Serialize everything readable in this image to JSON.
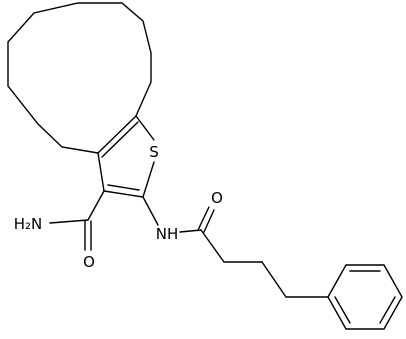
{
  "molecule": {
    "atom_labels": {
      "sulfur": "S",
      "carboxamide_nitrogen": "H₂N",
      "carboxamide_oxygen": "O",
      "amide_nitrogen": "NH",
      "amide_oxygen": "O"
    },
    "colors": {
      "bond": "#000000",
      "background": "#ffffff"
    }
  }
}
